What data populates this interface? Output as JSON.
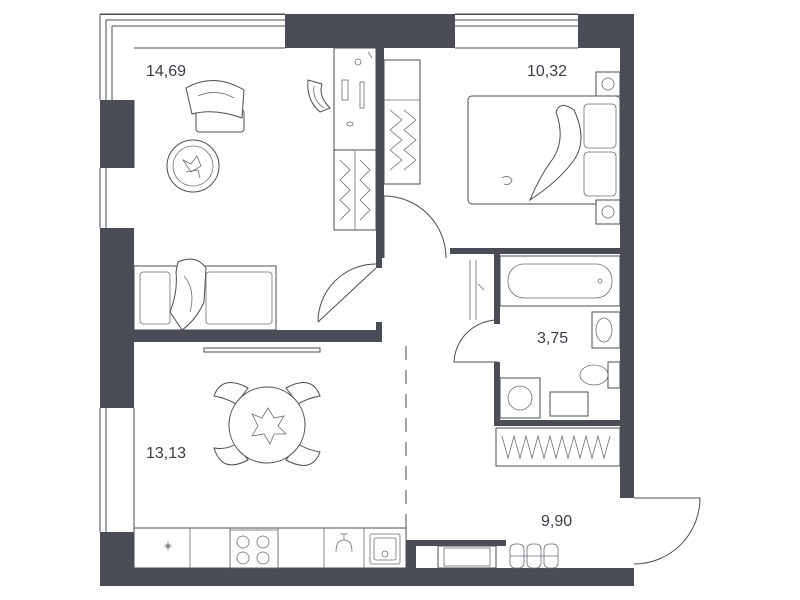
{
  "rooms": [
    {
      "id": "living",
      "area": "14,69"
    },
    {
      "id": "bedroom",
      "area": "10,32"
    },
    {
      "id": "bathroom",
      "area": "3,75"
    },
    {
      "id": "kitchen",
      "area": "13,13"
    },
    {
      "id": "hallway",
      "area": "9,90"
    }
  ],
  "colors": {
    "wall": "#4a4d55",
    "line": "#4a4d55",
    "background": "#ffffff",
    "label": "#3a3d45"
  }
}
